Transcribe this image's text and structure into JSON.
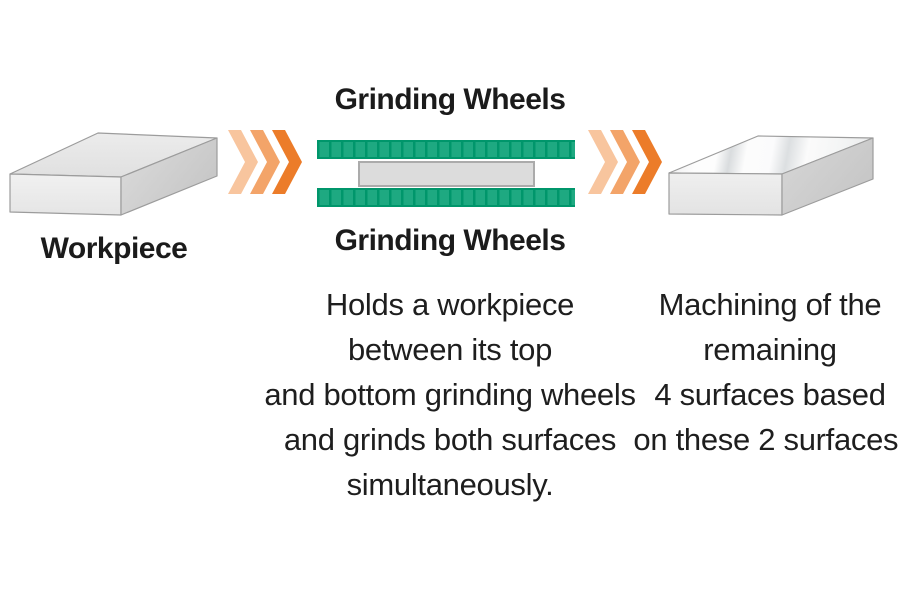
{
  "colors": {
    "arrow_light": "#f8c59e",
    "arrow_mid": "#f3a469",
    "arrow_dark": "#ec7c29",
    "wheel_base_green": "#00966b",
    "wheel_segment_green": "#1ea981",
    "plate_fill": "#dcdcdc",
    "plate_border": "#ababab",
    "box_outline": "#9c9c9c",
    "text": "#1e1e1e"
  },
  "stage_workpiece": {
    "label": "Workpiece",
    "icon": "raw-workpiece-3d-block"
  },
  "stage_grinding": {
    "label_top": "Grinding Wheels",
    "label_bottom": "Grinding Wheels",
    "wheel_top_icon": "segmented-grinding-wheel-bar",
    "wheel_bottom_icon": "segmented-grinding-wheel-bar",
    "held_workpiece_icon": "flat-gray-plate",
    "description": "Holds a workpiece\nbetween its top\nand bottom grinding wheels\nand grinds both surfaces\nsimultaneously."
  },
  "stage_result": {
    "icon": "ground-workpiece-3d-block-shiny-top",
    "description": "Machining of the\nremaining\n4 surfaces based\non these 2 surfaces."
  },
  "arrows": {
    "arrow1_icon": "triple-chevron-right",
    "arrow2_icon": "triple-chevron-right"
  }
}
